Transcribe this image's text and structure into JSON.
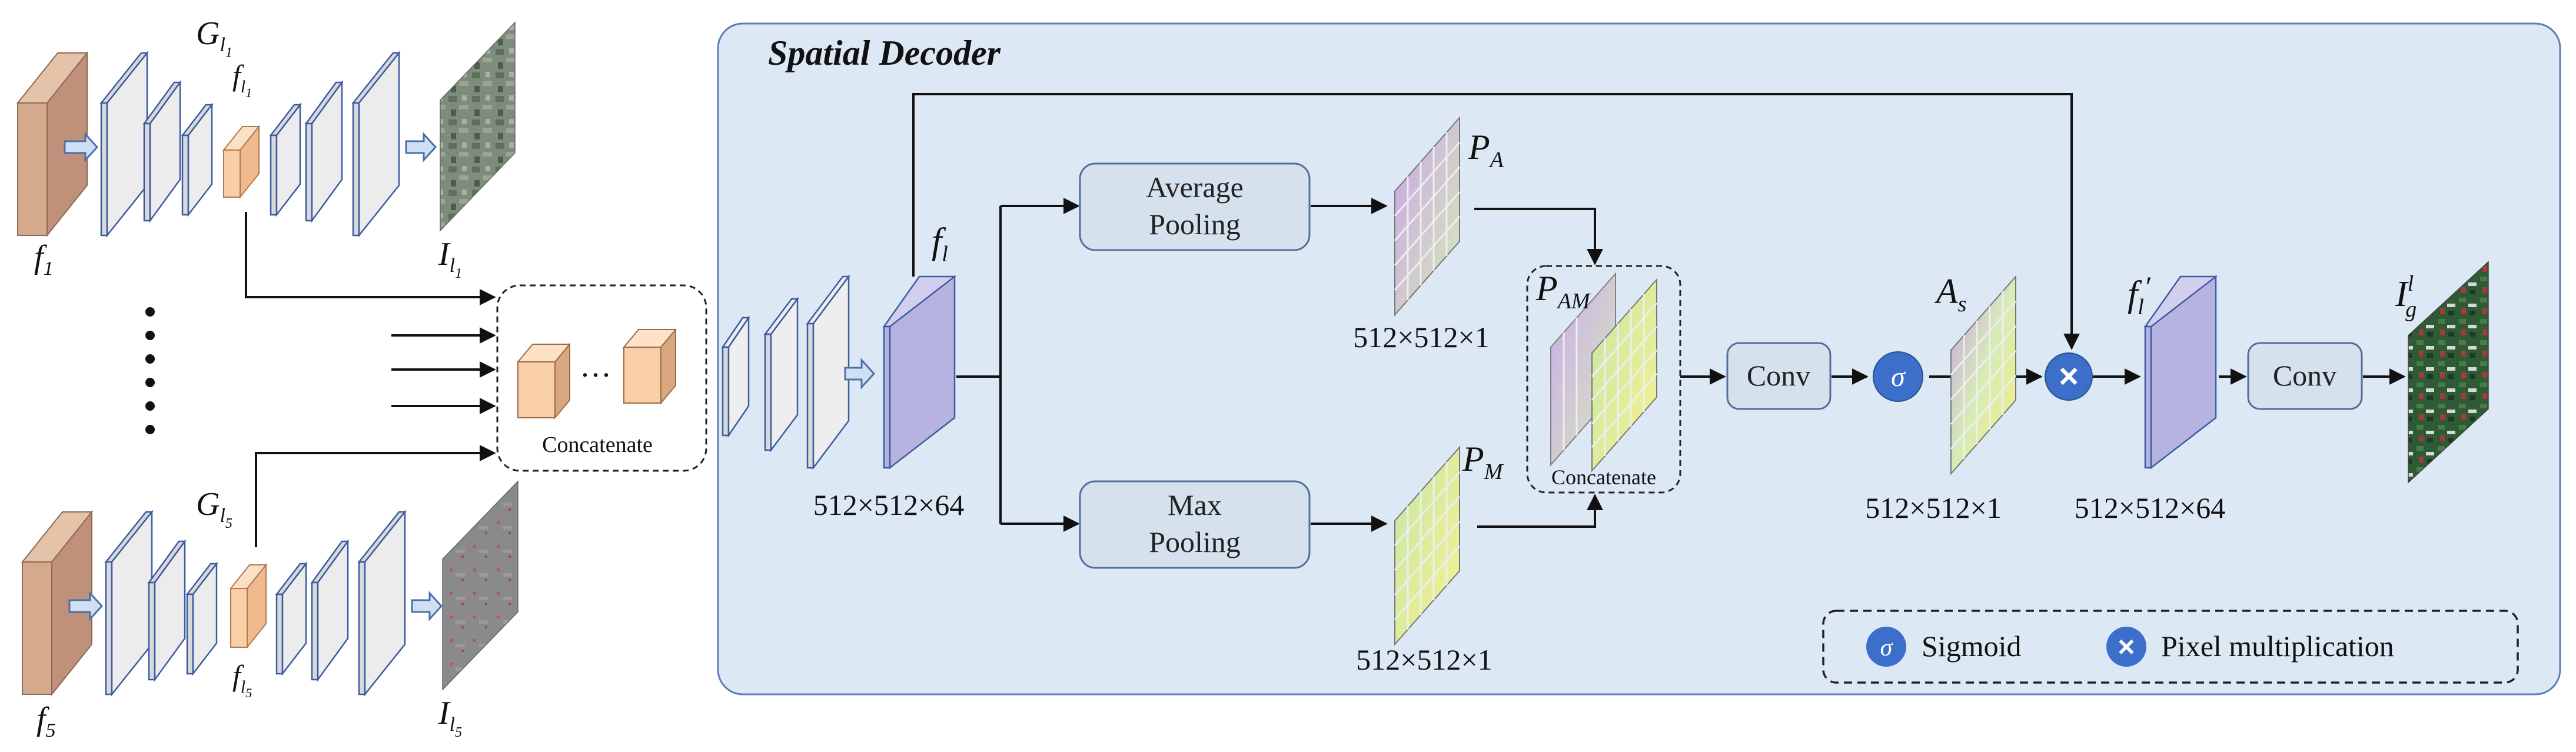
{
  "panel": {
    "title": "Spatial Decoder"
  },
  "encoder": {
    "top": {
      "input_label": "f",
      "input_sub": "1",
      "g_label": "G",
      "g_sub": "l",
      "g_subsub": "1",
      "f_label": "f",
      "f_sub": "l",
      "f_subsub": "1",
      "out_label": "I",
      "out_sub": "l",
      "out_subsub": "1"
    },
    "bottom": {
      "input_label": "f",
      "input_sub": "5",
      "g_label": "G",
      "g_sub": "l",
      "g_subsub": "5",
      "f_label": "f",
      "f_sub": "l",
      "f_subsub": "5",
      "out_label": "I",
      "out_sub": "l",
      "out_subsub": "5"
    },
    "concat_label": "Concatenate",
    "concat_dots": "···"
  },
  "decoder": {
    "fl_label": "f",
    "fl_sub": "l",
    "fl_dim": "512×512×64",
    "avg_pool": [
      "Average",
      "Pooling"
    ],
    "max_pool": [
      "Max",
      "Pooling"
    ],
    "pa_label": "P",
    "pa_sub": "A",
    "pm_label": "P",
    "pm_sub": "M",
    "pam_label": "P",
    "pam_sub": "AM",
    "pa_dim": "512×512×1",
    "pm_dim": "512×512×1",
    "concat_label": "Concatenate",
    "conv1": "Conv",
    "sigma": "σ",
    "as_label": "A",
    "as_sub": "s",
    "as_dim": "512×512×1",
    "multiply": "×",
    "flp_label": "f",
    "flp_sub": "l",
    "flp_prime": "′",
    "flp_dim": "512×512×64",
    "conv2": "Conv",
    "ig_label": "I",
    "ig_sub": "g",
    "ig_sup": "l"
  },
  "legend": {
    "sigmoid_symbol": "σ",
    "sigmoid_text": "Sigmoid",
    "mult_symbol": "×",
    "mult_text": "Pixel multiplication"
  },
  "colors": {
    "panel_bg": "#dde8f5",
    "panel_border": "#5b7fb5",
    "input_brown": "#d4a98c",
    "feature_orange": "#f9cfa8",
    "layer_gray": "#d9d9d9",
    "feature_purple": "#b7b3e0",
    "pool_box": "#d6e1ee",
    "pool_border": "#4f6f9f",
    "op_circle": "#3c6fc9",
    "grid_purple": "#c8a8e8",
    "grid_green": "#cfe6b0",
    "grid_yellow": "#f3f09a"
  }
}
